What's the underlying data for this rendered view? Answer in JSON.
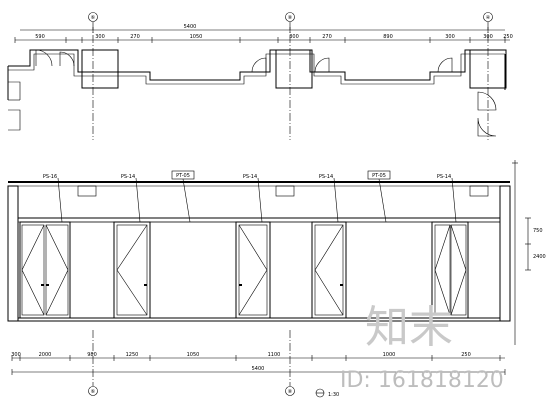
{
  "plan": {
    "grid_bubbles": [
      "⑥",
      "⑧",
      "④"
    ],
    "dimension_labels": {
      "overall": "5400",
      "segments": [
        "590",
        "300",
        "270",
        "1050",
        "300",
        "270",
        "890",
        "300",
        "300",
        "250"
      ]
    }
  },
  "elevation": {
    "tags": [
      "PS-16",
      "PS-14",
      "PT-05",
      "PS-14",
      "PS-14",
      "PT-05",
      "PS-14"
    ],
    "dimension_labels": {
      "overall": "5400",
      "segments": [
        "300",
        "2000",
        "980",
        "1250",
        "1050",
        "1100",
        "1000",
        "250"
      ],
      "vertical": [
        "750",
        "2400"
      ]
    },
    "grid_bubbles_bottom": [
      "⑥",
      "⑧"
    ],
    "scale_label": "1:30"
  },
  "watermark": {
    "brand_cn": "知末",
    "id_text": "ID: 161818120"
  }
}
